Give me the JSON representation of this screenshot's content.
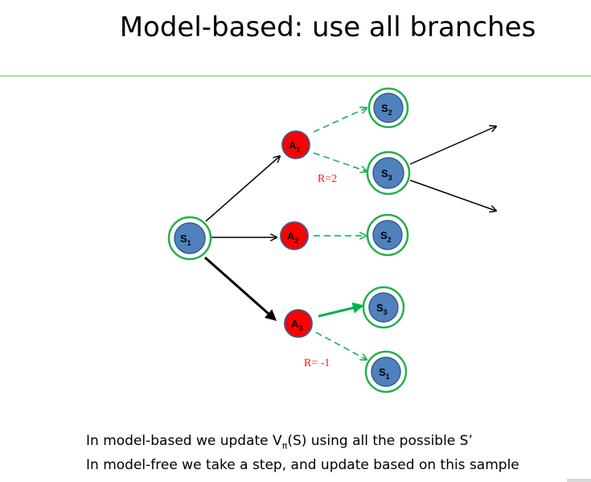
{
  "slide": {
    "title": "Model-based: use all branches"
  },
  "nodes": {
    "s1_root": {
      "letter": "S",
      "sub": "1"
    },
    "a1": {
      "letter": "A",
      "sub": "1"
    },
    "a2": {
      "letter": "A",
      "sub": "2"
    },
    "a3": {
      "letter": "A",
      "sub": "3"
    },
    "s2_top": {
      "letter": "S",
      "sub": "2"
    },
    "s3_top": {
      "letter": "S",
      "sub": "3"
    },
    "s2_mid": {
      "letter": "S",
      "sub": "2"
    },
    "s3_bottom": {
      "letter": "S",
      "sub": "3"
    },
    "s1_bottom": {
      "letter": "S",
      "sub": "1"
    }
  },
  "rewards": {
    "a1_s3": "R=2",
    "a3_s1": "R= -1"
  },
  "caption": {
    "line1_prefix": "In model-based we update V",
    "line1_sub": "π",
    "line1_suffix": "(S) using all the possible S’",
    "line2": "In model-free we take a step, and update based on this sample"
  },
  "colors": {
    "state_fill": "#4f81bd",
    "state_ring": "#22b14c",
    "action_fill": "#ff0000",
    "arrow_black": "#000000",
    "arrow_green": "#00b050",
    "reward_text": "#e8201c"
  }
}
